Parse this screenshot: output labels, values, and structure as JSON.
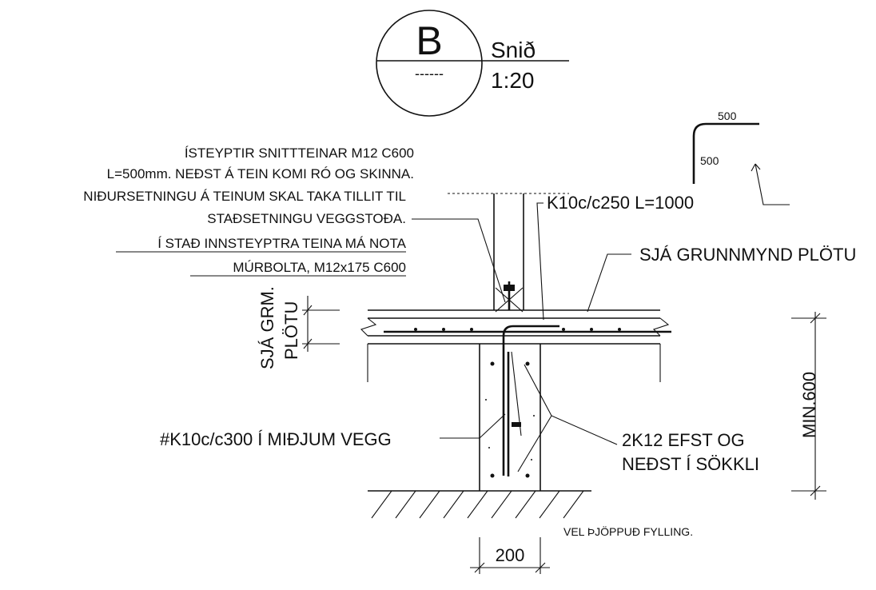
{
  "title_block": {
    "section_letter": "B",
    "section_sheet": "------",
    "section_word": "Snið",
    "scale": "1:20"
  },
  "bend_detail": {
    "horizontal_leg": "500",
    "vertical_leg": "500"
  },
  "notes": {
    "anchor_line1": "ÍSTEYPTIR SNITTTEINAR M12 C600",
    "anchor_line2": "L=500mm. NEÐST Á TEIN KOMI RÓ OG SKINNA.",
    "anchor_line3": "NIÐURSETNINGU Á TEINUM SKAL TAKA TILLIT TIL",
    "anchor_line4": "STAÐSETNINGU VEGGSTOÐA.",
    "anchor_line5": "Í STAÐ INNSTEYPTRA TEINA MÁ NOTA",
    "anchor_line6": "MÚRBOLTA, M12x175 C600",
    "top_bar": "K10c/c250 L=1000",
    "slab_ref": "SJÁ GRUNNMYND PLÖTU",
    "slab_dim_line1": "SJÁ GRM.",
    "slab_dim_line2": "PLÖTU",
    "mesh": "#K10c/c300 Í MIÐJUM VEGG",
    "bars_line1": "2K12 EFST OG",
    "bars_line2": "NEÐST Í SÖKKLI",
    "min_depth": "MIN.600",
    "fill": "VEL ÞJÖPPUÐ FYLLING.",
    "width": "200"
  }
}
